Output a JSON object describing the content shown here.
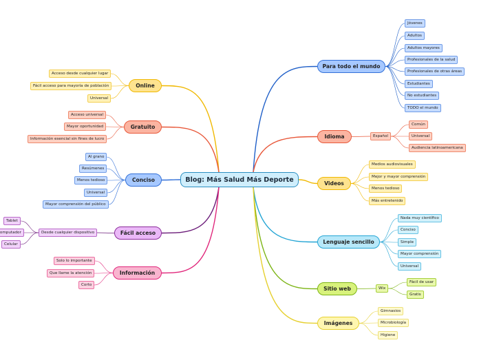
{
  "central": "Blog: Más Salud Más Deporte",
  "branches": {
    "online": {
      "label": "Online",
      "items": [
        "Acceso desde cualquier lugar",
        "Fácil acceso para mayoría de población",
        "Universal"
      ]
    },
    "gratuito": {
      "label": "Gratuito",
      "items": [
        "Acceso universal",
        "Mayor oportunidad",
        "Información esencial sin fines de lucro"
      ]
    },
    "conciso": {
      "label": "Conciso",
      "items": [
        "Al grano",
        "Resúmenes",
        "Menos tedioso",
        "Universal",
        "Mayor comprensión del público"
      ]
    },
    "facil_acceso": {
      "label": "Fácil acceso",
      "sub": "Desde cualquier dispositivo",
      "items": [
        "Tablet",
        "Computador",
        "Celular"
      ]
    },
    "informacion": {
      "label": "Información",
      "items": [
        "Solo lo importante",
        "Que llame la atención",
        "Corto"
      ]
    },
    "para_todo": {
      "label": "Para todo el mundo",
      "items": [
        "Jóvenes",
        "Adultos",
        "Adultos mayores",
        "Profesionales de la salud",
        "Profesionales de otras áreas",
        "Estudiantes",
        "No estudiantes",
        "TODO el mundo"
      ]
    },
    "idioma": {
      "label": "Idioma",
      "sub": "Español",
      "items": [
        "Común",
        "Universal",
        "Audiencia latinoamericana"
      ]
    },
    "videos": {
      "label": "Videos",
      "items": [
        "Medios audiovisuales",
        "Mejor y mayor comprensión",
        "Menos tedioso",
        "Más entretenido"
      ]
    },
    "lenguaje": {
      "label": "Lenguaje sencillo",
      "items": [
        "Nada muy científico",
        "Conciso",
        "Simple",
        "Mayor comprensión",
        "Universal"
      ]
    },
    "sitio_web": {
      "label": "Sitio web",
      "sub": "Wix",
      "items": [
        "Fácil de usar",
        "Gratis"
      ]
    },
    "imagenes": {
      "label": "Imágenes",
      "items": [
        "Gimnasios",
        "Microbiología",
        "Higiene"
      ]
    }
  },
  "colors": {
    "online": "#f0b800",
    "gratuito": "#e8583a",
    "conciso": "#3270d8",
    "facil_acceso": "#6a1a78",
    "informacion": "#e0257a",
    "para_todo": "#1f5fc8",
    "idioma": "#e8583a",
    "videos": "#f0b800",
    "lenguaje": "#22a4d4",
    "sitio_web": "#7cb414",
    "imagenes": "#e6d030"
  }
}
